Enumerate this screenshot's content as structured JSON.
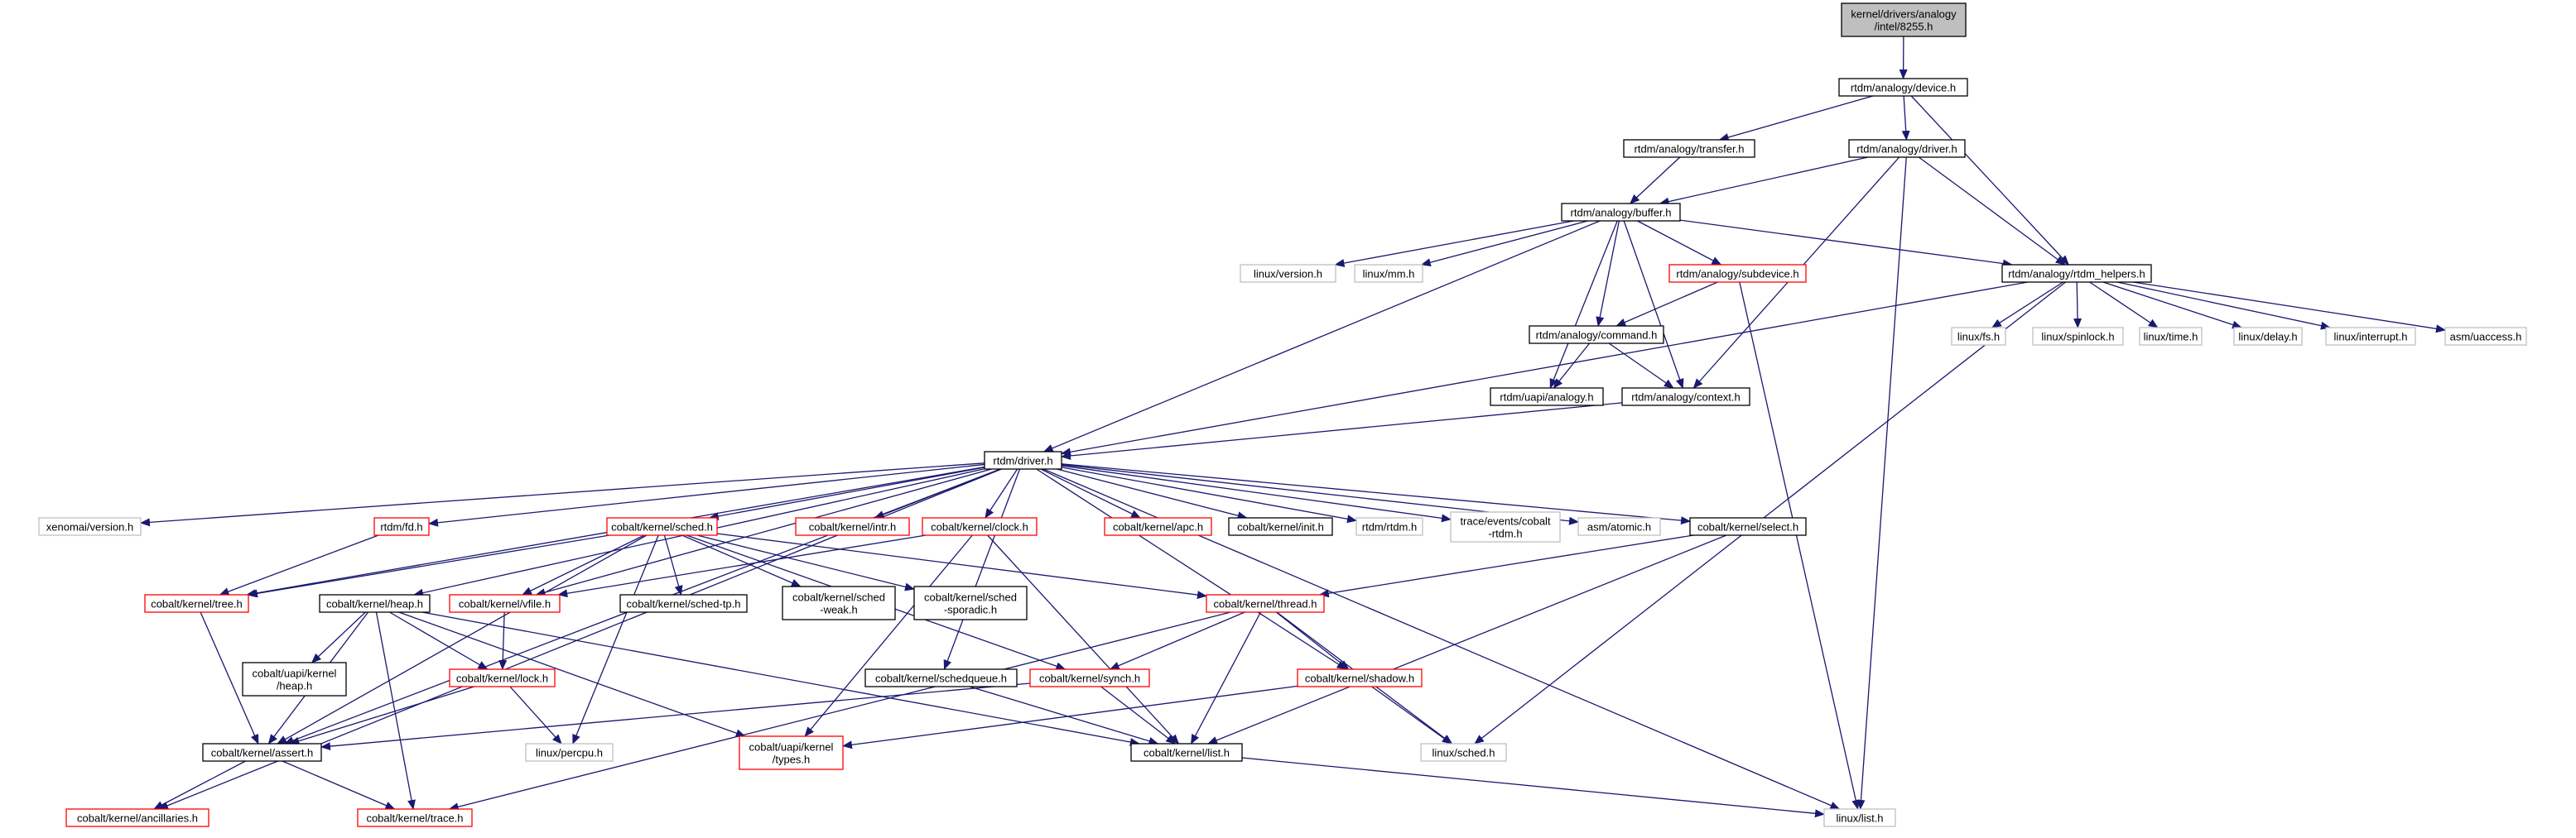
{
  "colors": {
    "edge": "#191970",
    "border_normal": "#000000",
    "border_truncated": "#ff0000",
    "border_external": "#bfbfbf",
    "root_fill": "#bfbfbf",
    "node_fill": "#ffffff"
  },
  "nodes": [
    {
      "id": "root",
      "text": [
        "kernel/drivers/analogy",
        "/intel/8255.h"
      ],
      "style": "root"
    },
    {
      "id": "device",
      "text": [
        "rtdm/analogy/device.h"
      ],
      "style": "normal"
    },
    {
      "id": "transfer",
      "text": [
        "rtdm/analogy/transfer.h"
      ],
      "style": "normal"
    },
    {
      "id": "adriver",
      "text": [
        "rtdm/analogy/driver.h"
      ],
      "style": "normal"
    },
    {
      "id": "buffer",
      "text": [
        "rtdm/analogy/buffer.h"
      ],
      "style": "normal"
    },
    {
      "id": "version",
      "text": [
        "linux/version.h"
      ],
      "style": "external"
    },
    {
      "id": "mm",
      "text": [
        "linux/mm.h"
      ],
      "style": "external"
    },
    {
      "id": "subdevice",
      "text": [
        "rtdm/analogy/subdevice.h"
      ],
      "style": "truncated"
    },
    {
      "id": "helpers",
      "text": [
        "rtdm/analogy/rtdm_helpers.h"
      ],
      "style": "normal"
    },
    {
      "id": "fs",
      "text": [
        "linux/fs.h"
      ],
      "style": "external"
    },
    {
      "id": "spinlock",
      "text": [
        "linux/spinlock.h"
      ],
      "style": "external"
    },
    {
      "id": "time",
      "text": [
        "linux/time.h"
      ],
      "style": "external"
    },
    {
      "id": "delay",
      "text": [
        "linux/delay.h"
      ],
      "style": "external"
    },
    {
      "id": "interrupt",
      "text": [
        "linux/interrupt.h"
      ],
      "style": "external"
    },
    {
      "id": "uaccess",
      "text": [
        "asm/uaccess.h"
      ],
      "style": "external"
    },
    {
      "id": "command",
      "text": [
        "rtdm/analogy/command.h"
      ],
      "style": "normal"
    },
    {
      "id": "uapi",
      "text": [
        "rtdm/uapi/analogy.h"
      ],
      "style": "normal"
    },
    {
      "id": "context",
      "text": [
        "rtdm/analogy/context.h"
      ],
      "style": "normal"
    },
    {
      "id": "rdriver",
      "text": [
        "rtdm/driver.h"
      ],
      "style": "normal"
    },
    {
      "id": "xversion",
      "text": [
        "xenomai/version.h"
      ],
      "style": "external"
    },
    {
      "id": "fd",
      "text": [
        "rtdm/fd.h"
      ],
      "style": "truncated"
    },
    {
      "id": "sched",
      "text": [
        "cobalt/kernel/sched.h"
      ],
      "style": "truncated"
    },
    {
      "id": "intr",
      "text": [
        "cobalt/kernel/intr.h"
      ],
      "style": "truncated"
    },
    {
      "id": "clock",
      "text": [
        "cobalt/kernel/clock.h"
      ],
      "style": "truncated"
    },
    {
      "id": "apc",
      "text": [
        "cobalt/kernel/apc.h"
      ],
      "style": "truncated"
    },
    {
      "id": "init",
      "text": [
        "cobalt/kernel/init.h"
      ],
      "style": "normal"
    },
    {
      "id": "rtdmh",
      "text": [
        "rtdm/rtdm.h"
      ],
      "style": "external"
    },
    {
      "id": "trace_ev",
      "text": [
        "trace/events/cobalt",
        "-rtdm.h"
      ],
      "style": "external"
    },
    {
      "id": "atomic",
      "text": [
        "asm/atomic.h"
      ],
      "style": "external"
    },
    {
      "id": "select",
      "text": [
        "cobalt/kernel/select.h"
      ],
      "style": "normal"
    },
    {
      "id": "tree",
      "text": [
        "cobalt/kernel/tree.h"
      ],
      "style": "truncated"
    },
    {
      "id": "heap",
      "text": [
        "cobalt/kernel/heap.h"
      ],
      "style": "normal"
    },
    {
      "id": "vfile",
      "text": [
        "cobalt/kernel/vfile.h"
      ],
      "style": "truncated"
    },
    {
      "id": "schedtp",
      "text": [
        "cobalt/kernel/sched-tp.h"
      ],
      "style": "normal"
    },
    {
      "id": "schedweak",
      "text": [
        "cobalt/kernel/sched",
        "-weak.h"
      ],
      "style": "normal"
    },
    {
      "id": "schedspor",
      "text": [
        "cobalt/kernel/sched",
        "-sporadic.h"
      ],
      "style": "normal"
    },
    {
      "id": "thread",
      "text": [
        "cobalt/kernel/thread.h"
      ],
      "style": "truncated"
    },
    {
      "id": "uheap",
      "text": [
        "cobalt/uapi/kernel",
        "/heap.h"
      ],
      "style": "normal"
    },
    {
      "id": "lock",
      "text": [
        "cobalt/kernel/lock.h"
      ],
      "style": "truncated"
    },
    {
      "id": "schedqueue",
      "text": [
        "cobalt/kernel/schedqueue.h"
      ],
      "style": "normal"
    },
    {
      "id": "synch",
      "text": [
        "cobalt/kernel/synch.h"
      ],
      "style": "truncated"
    },
    {
      "id": "shadow",
      "text": [
        "cobalt/kernel/shadow.h"
      ],
      "style": "truncated"
    },
    {
      "id": "assert",
      "text": [
        "cobalt/kernel/assert.h"
      ],
      "style": "normal"
    },
    {
      "id": "percpu",
      "text": [
        "linux/percpu.h"
      ],
      "style": "external"
    },
    {
      "id": "utypes",
      "text": [
        "cobalt/uapi/kernel",
        "/types.h"
      ],
      "style": "truncated"
    },
    {
      "id": "list",
      "text": [
        "cobalt/kernel/list.h"
      ],
      "style": "normal"
    },
    {
      "id": "lsched",
      "text": [
        "linux/sched.h"
      ],
      "style": "external"
    },
    {
      "id": "ancill",
      "text": [
        "cobalt/kernel/ancillaries.h"
      ],
      "style": "truncated"
    },
    {
      "id": "trace",
      "text": [
        "cobalt/kernel/trace.h"
      ],
      "style": "truncated"
    },
    {
      "id": "llist",
      "text": [
        "linux/list.h"
      ],
      "style": "external"
    }
  ],
  "edges": [
    [
      "root",
      "device"
    ],
    [
      "device",
      "transfer"
    ],
    [
      "device",
      "adriver"
    ],
    [
      "device",
      "helpers"
    ],
    [
      "transfer",
      "buffer"
    ],
    [
      "adriver",
      "buffer"
    ],
    [
      "adriver",
      "helpers"
    ],
    [
      "adriver",
      "context"
    ],
    [
      "adriver",
      "llist"
    ],
    [
      "buffer",
      "version"
    ],
    [
      "buffer",
      "mm"
    ],
    [
      "buffer",
      "subdevice"
    ],
    [
      "buffer",
      "helpers"
    ],
    [
      "buffer",
      "command"
    ],
    [
      "buffer",
      "uapi"
    ],
    [
      "buffer",
      "context"
    ],
    [
      "buffer",
      "rdriver"
    ],
    [
      "subdevice",
      "command"
    ],
    [
      "subdevice",
      "llist"
    ],
    [
      "helpers",
      "fs"
    ],
    [
      "helpers",
      "spinlock"
    ],
    [
      "helpers",
      "time"
    ],
    [
      "helpers",
      "delay"
    ],
    [
      "helpers",
      "interrupt"
    ],
    [
      "helpers",
      "uaccess"
    ],
    [
      "helpers",
      "lsched"
    ],
    [
      "helpers",
      "rdriver"
    ],
    [
      "command",
      "uapi"
    ],
    [
      "command",
      "context"
    ],
    [
      "context",
      "rdriver"
    ],
    [
      "rdriver",
      "xversion"
    ],
    [
      "rdriver",
      "fd"
    ],
    [
      "rdriver",
      "sched"
    ],
    [
      "rdriver",
      "intr"
    ],
    [
      "rdriver",
      "clock"
    ],
    [
      "rdriver",
      "apc"
    ],
    [
      "rdriver",
      "init"
    ],
    [
      "rdriver",
      "rtdmh"
    ],
    [
      "rdriver",
      "trace_ev"
    ],
    [
      "rdriver",
      "atomic"
    ],
    [
      "rdriver",
      "select"
    ],
    [
      "rdriver",
      "tree"
    ],
    [
      "rdriver",
      "heap"
    ],
    [
      "rdriver",
      "vfile"
    ],
    [
      "rdriver",
      "assert"
    ],
    [
      "rdriver",
      "ancill"
    ],
    [
      "rdriver",
      "shadow"
    ],
    [
      "rdriver",
      "schedqueue"
    ],
    [
      "rdriver",
      "llist"
    ],
    [
      "fd",
      "tree"
    ],
    [
      "sched",
      "tree"
    ],
    [
      "sched",
      "vfile"
    ],
    [
      "sched",
      "schedtp"
    ],
    [
      "sched",
      "schedweak"
    ],
    [
      "sched",
      "schedspor"
    ],
    [
      "sched",
      "thread"
    ],
    [
      "sched",
      "synch"
    ],
    [
      "sched",
      "assert"
    ],
    [
      "sched",
      "percpu"
    ],
    [
      "clock",
      "vfile"
    ],
    [
      "clock",
      "list"
    ],
    [
      "clock",
      "utypes"
    ],
    [
      "select",
      "thread"
    ],
    [
      "select",
      "list"
    ],
    [
      "tree",
      "assert"
    ],
    [
      "heap",
      "uheap"
    ],
    [
      "heap",
      "lock"
    ],
    [
      "heap",
      "assert"
    ],
    [
      "heap",
      "trace"
    ],
    [
      "heap",
      "utypes"
    ],
    [
      "heap",
      "list"
    ],
    [
      "vfile",
      "lock"
    ],
    [
      "thread",
      "synch"
    ],
    [
      "thread",
      "shadow"
    ],
    [
      "thread",
      "list"
    ],
    [
      "thread",
      "trace"
    ],
    [
      "thread",
      "lsched"
    ],
    [
      "lock",
      "assert"
    ],
    [
      "lock",
      "percpu"
    ],
    [
      "schedqueue",
      "list"
    ],
    [
      "synch",
      "list"
    ],
    [
      "synch",
      "assert"
    ],
    [
      "shadow",
      "utypes"
    ],
    [
      "shadow",
      "lsched"
    ],
    [
      "assert",
      "ancill"
    ],
    [
      "assert",
      "trace"
    ],
    [
      "list",
      "llist"
    ]
  ]
}
